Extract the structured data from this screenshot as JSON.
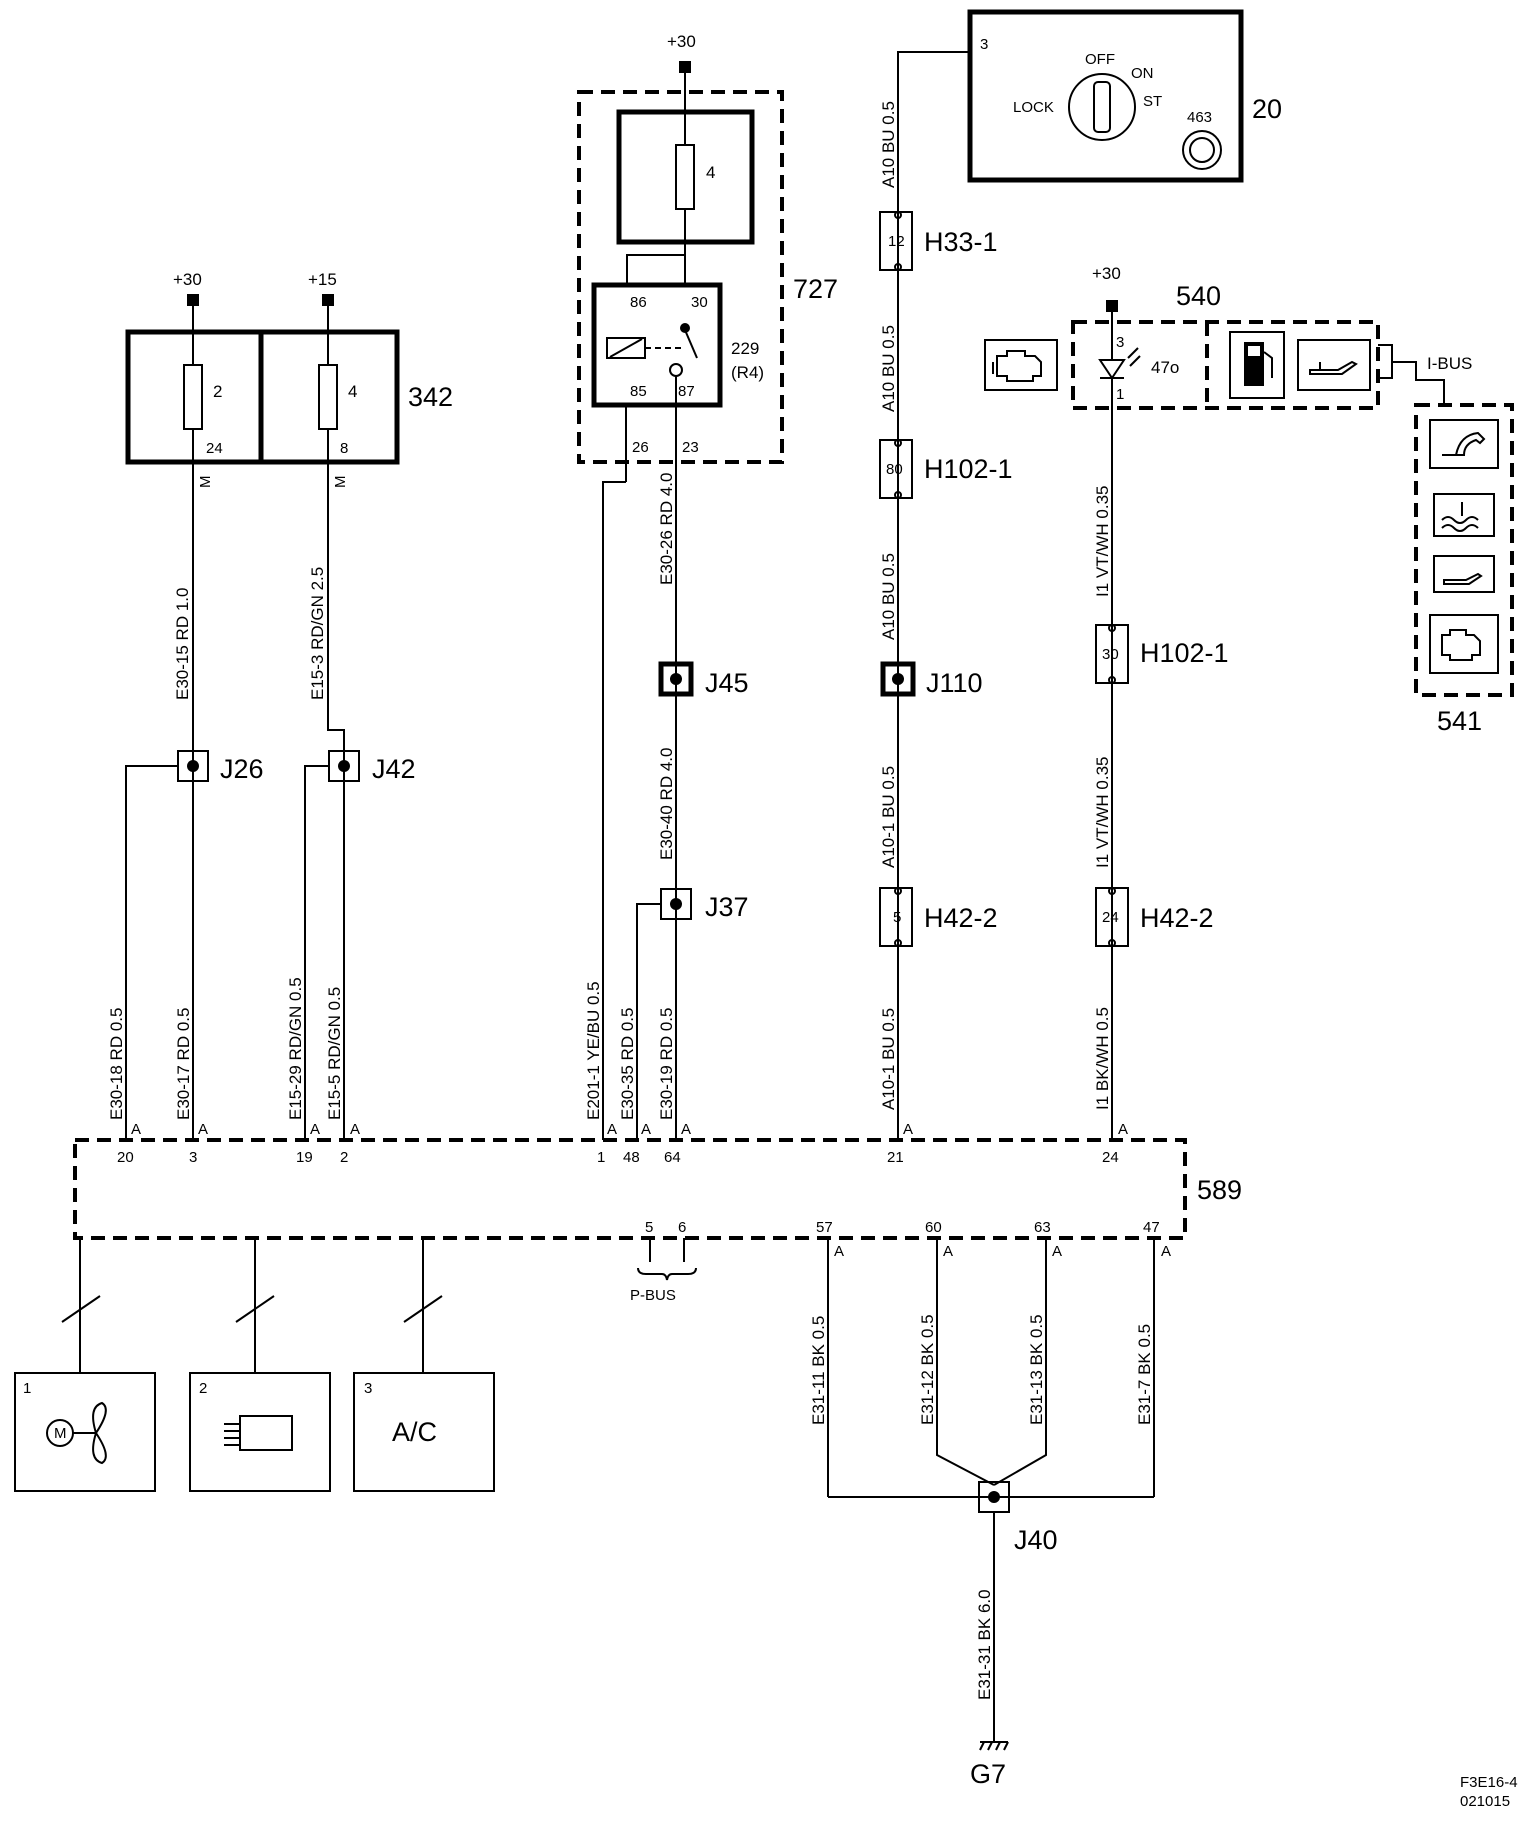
{
  "supplies": {
    "s30_main": "+30",
    "s30_fuse": "+30",
    "s15_fuse": "+15",
    "s30_540": "+30"
  },
  "fuse_box": {
    "id": "342",
    "fuse_a": {
      "num": "2",
      "pin": "24",
      "m": "M"
    },
    "fuse_b": {
      "num": "4",
      "pin": "8",
      "m": "M"
    }
  },
  "relay_box": {
    "id": "727",
    "fuse_num": "4",
    "relay_id": "229",
    "relay_sub": "(R4)",
    "pins": {
      "p86": "86",
      "p30": "30",
      "p85": "85",
      "p87": "87"
    },
    "out_a": "26",
    "out_b": "23"
  },
  "ignition": {
    "id": "20",
    "pin": "3",
    "off": "OFF",
    "on": "ON",
    "st": "ST",
    "lock": "LOCK",
    "sub": "463"
  },
  "connectors": {
    "h33_1": {
      "label": "H33-1",
      "pin": "12"
    },
    "h102_1a": {
      "label": "H102-1",
      "pin": "80"
    },
    "h102_1b": {
      "label": "H102-1",
      "pin": "30"
    },
    "h42_2a": {
      "label": "H42-2",
      "pin": "5"
    },
    "h42_2b": {
      "label": "H42-2",
      "pin": "24"
    }
  },
  "splices": {
    "j26": "J26",
    "j42": "J42",
    "j45": "J45",
    "j37": "J37",
    "j110": "J110",
    "j40": "J40"
  },
  "wires": {
    "w_e30_15": "E30-15  RD  1.0",
    "w_e15_3": "E15-3  RD/GN  2.5",
    "w_e30_26": "E30-26  RD  4.0",
    "w_e30_40": "E30-40  RD  4.0",
    "w_a10_top": "A10  BU  0.5",
    "w_a10_mid": "A10  BU  0.5",
    "w_a10_low": "A10  BU  0.5",
    "w_a10_1": "A10-1  BU  0.5",
    "w_a10_1b": "A10-1  BU  0.5",
    "w_i1_a": "I1  VT/WH  0.35",
    "w_i1_b": "I1  VT/WH  0.35",
    "w_i1_c": "I1  BK/WH  0.5",
    "w_e30_18": "E30-18  RD  0.5",
    "w_e30_17": "E30-17  RD  0.5",
    "w_e15_29": "E15-29  RD/GN  0.5",
    "w_e15_5": "E15-5  RD/GN  0.5",
    "w_e201_1": "E201-1  YE/BU  0.5",
    "w_e30_35": "E30-35  RD  0.5",
    "w_e30_19": "E30-19  RD  0.5",
    "w_e31_11": "E31-11  BK  0.5",
    "w_e31_12": "E31-12  BK  0.5",
    "w_e31_13": "E31-13  BK  0.5",
    "w_e31_7": "E31-7  BK  0.5",
    "w_e31_31": "E31-31  BK  6.0"
  },
  "indicator": {
    "id": "540",
    "element": "47o",
    "pin_top": "3",
    "pin_bottom": "1",
    "bus": "I-BUS"
  },
  "warning_panel": {
    "id": "541"
  },
  "ecu": {
    "id": "589",
    "conn": "A",
    "pins_top": [
      "20",
      "3",
      "19",
      "2",
      "1",
      "48",
      "64",
      "21",
      "24"
    ],
    "pins_bottom": [
      "5",
      "6",
      "57",
      "60",
      "63",
      "47"
    ],
    "pbus": "P-BUS"
  },
  "devices": {
    "d1": "1",
    "d2": "2",
    "d3": "3",
    "d3_label": "A/C",
    "motor": "M"
  },
  "ground": "G7",
  "footer": {
    "code": "F3E16-4",
    "date": "021015"
  }
}
